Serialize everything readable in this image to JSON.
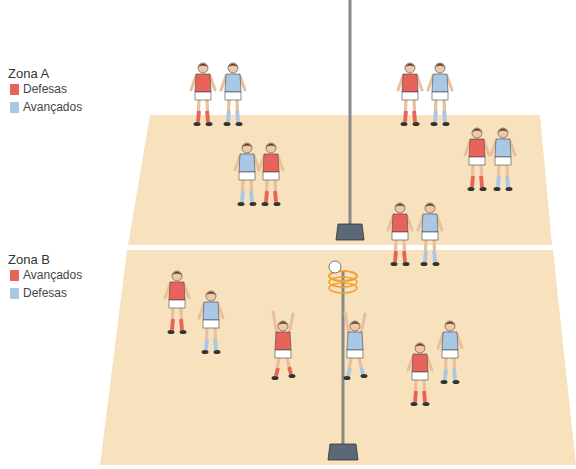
{
  "diagram": {
    "labels": [
      "Zona A",
      "Zona B"
    ],
    "legend": [
      {
        "text": "Defesas",
        "color": "#e8635a"
      },
      {
        "text": "Avançados",
        "color": "#a9c8e6"
      },
      {
        "text": "Avançados",
        "color": "#e8635a"
      },
      {
        "text": "Defesas",
        "color": "#a9c8e6"
      }
    ]
  }
}
